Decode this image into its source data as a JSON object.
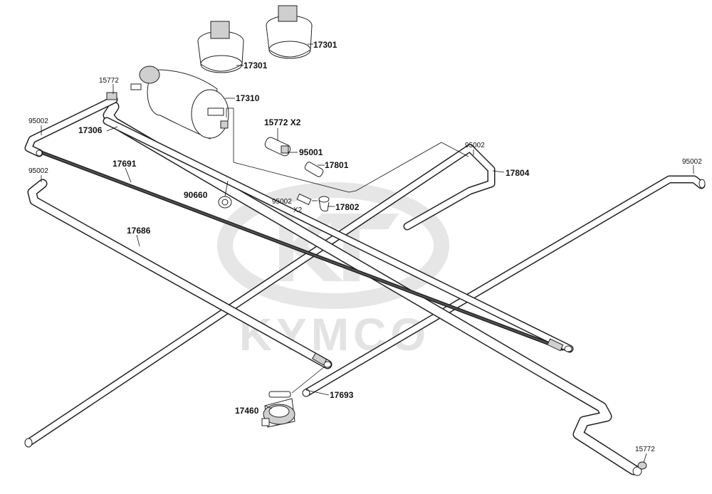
{
  "watermark": {
    "brand": "KYMCO"
  },
  "labels": {
    "clamp_a": "17301",
    "clamp_b": "17301",
    "canister": "17310",
    "clip_top": "15772",
    "clip_x2": "15772 X2",
    "hose_306": "17306",
    "clip_95002_a": "95002",
    "clip_95002_b": "95002",
    "clip_95002_c": "95002",
    "clip_95002_d": "95002",
    "clip_95002_e": "95002",
    "x2_note": "X2",
    "valve_95001": "95001",
    "joint_17801": "17801",
    "elbow_17802": "17802",
    "hose_17804": "17804",
    "hose_17691": "17691",
    "clamp_90660": "90660",
    "hose_17686": "17686",
    "hose_17693": "17693",
    "valve_17460": "17460",
    "clip_bottom": "15772"
  }
}
